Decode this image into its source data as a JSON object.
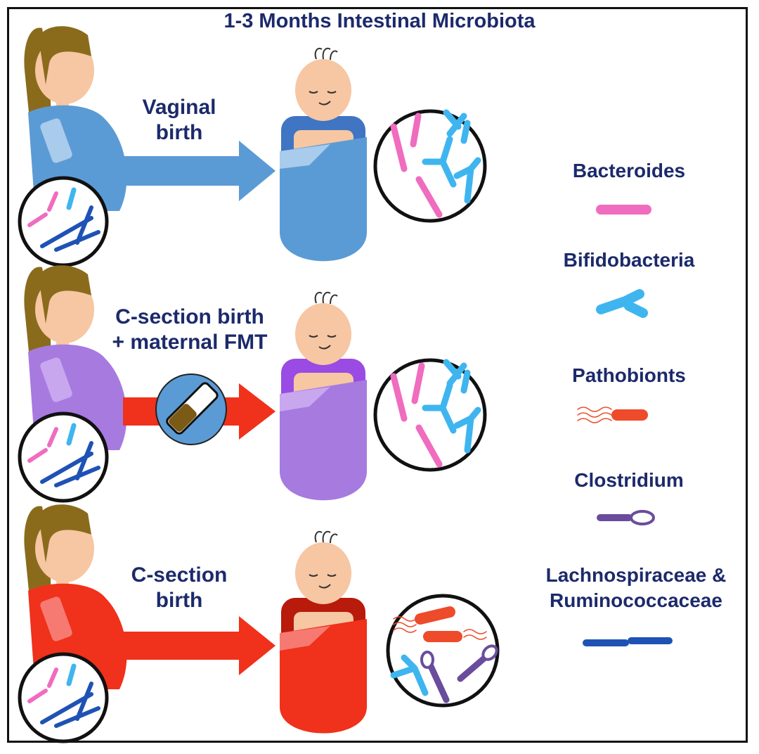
{
  "title": "1-3 Months Intestinal Microbiota",
  "rows": [
    {
      "label_line1": "Vaginal",
      "label_line2": "birth",
      "color": "#5b9bd5",
      "dark": "#3f75c2",
      "light": "#a9cbec"
    },
    {
      "label_line1": "C-section birth",
      "label_line2": "+ maternal FMT",
      "color": "#a77ae0",
      "dark": "#9a4be3",
      "light": "#c8a7ef",
      "arrow": "#f0311b"
    },
    {
      "label_line1": "C-section",
      "label_line2": "birth",
      "color": "#f0311b",
      "dark": "#b81a0b",
      "light": "#f77a72"
    }
  ],
  "legend": {
    "bacteroides": "Bacteroides",
    "bifidobacteria": "Bifidobacteria",
    "pathobionts": "Pathobionts",
    "clostridium": "Clostridium",
    "lachno_line1": "Lachnospiraceae &",
    "lachno_line2": "Ruminococcaceae"
  },
  "colors": {
    "text": "#1c2a6b",
    "bacteroides": "#f06cbf",
    "bifidobacteria": "#3fb5f0",
    "pathobiont": "#ee4b2b",
    "clostridium": "#6a4c9c",
    "lachno": "#1f52b5",
    "skin": "#f7c6a3",
    "hair": "#8a6b1c"
  }
}
